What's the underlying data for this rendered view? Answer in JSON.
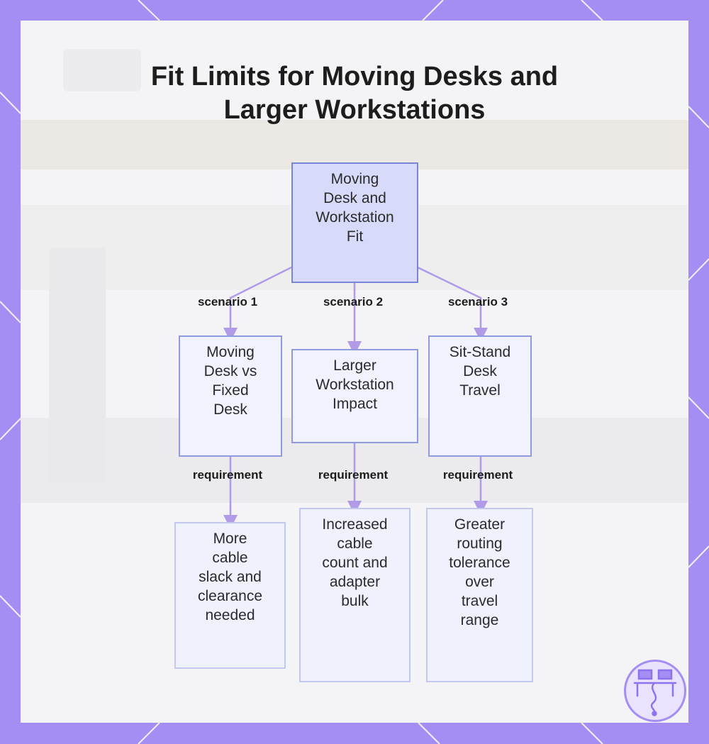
{
  "title": "Fit Limits for Moving Desks and\nLarger Workstations",
  "colors": {
    "frame": "#a48ef4",
    "root_fill": "#d8daf9",
    "node_border": "#8f9ae0",
    "node_fill": "#f0f2fd",
    "connector": "#b19ae8"
  },
  "root": {
    "label": "Moving\nDesk and\nWorkstation\nFit"
  },
  "branches": [
    {
      "scenario_label": "scenario 1",
      "scenario_node": "Moving\nDesk vs\nFixed\nDesk",
      "requirement_label": "requirement",
      "requirement_node": "More\ncable\nslack and\nclearance\nneeded"
    },
    {
      "scenario_label": "scenario 2",
      "scenario_node": "Larger\nWorkstation\nImpact",
      "requirement_label": "requirement",
      "requirement_node": "Increased\ncable\ncount and\nadapter\nbulk"
    },
    {
      "scenario_label": "scenario 3",
      "scenario_node": "Sit-Stand\nDesk\nTravel",
      "requirement_label": "requirement",
      "requirement_node": "Greater\nrouting\ntolerance\nover\ntravel\nrange"
    }
  ],
  "logo": {
    "icon": "desk-cable-logo-icon"
  }
}
